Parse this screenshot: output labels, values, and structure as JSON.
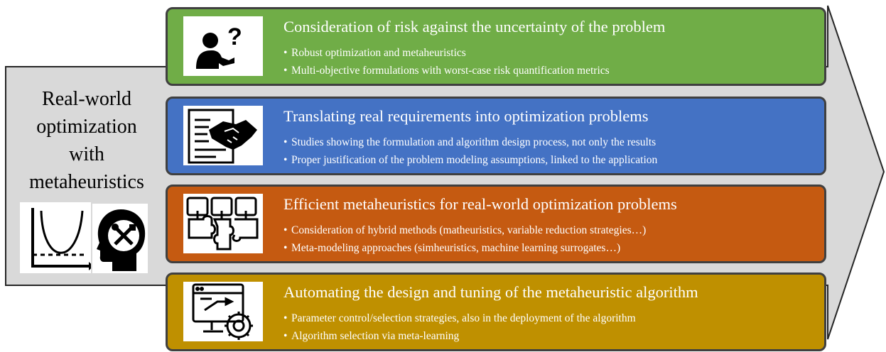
{
  "main_label": {
    "lines": [
      "Real-world",
      "optimization",
      "with",
      "metaheuristics"
    ]
  },
  "colors": {
    "arrow_fill": "#d9d9d9",
    "green": "#70ad47",
    "blue": "#4472c4",
    "orange": "#c55a11",
    "gold": "#bf9000",
    "border": "#404040"
  },
  "left_icons": [
    "u-curve-chart-icon",
    "head-tools-icon"
  ],
  "panels": [
    {
      "id": "risk",
      "icon": "person-question-icon",
      "title": "Consideration of risk against the uncertainty of the problem",
      "bullets": [
        "Robust optimization and metaheuristics",
        "Multi-objective formulations with worst-case risk quantification metrics"
      ]
    },
    {
      "id": "requirements",
      "icon": "document-handshake-icon",
      "title": "Translating real requirements into optimization problems",
      "bullets": [
        "Studies showing the formulation and algorithm design process, not only the results",
        "Proper justification of the problem modeling assumptions, linked to the application"
      ]
    },
    {
      "id": "efficient",
      "icon": "puzzle-pieces-icon",
      "title": "Efficient metaheuristics for real-world optimization problems",
      "bullets": [
        "Consideration of hybrid methods (matheuristics, variable reduction strategies…)",
        "Meta-modeling approaches (simheuristics, machine learning surrogates…)"
      ]
    },
    {
      "id": "automation",
      "icon": "computer-gear-icon",
      "title": "Automating the design and tuning of the metaheuristic algorithm",
      "bullets": [
        "Parameter control/selection strategies, also in the deployment of the algorithm",
        "Algorithm selection via meta-learning"
      ]
    }
  ]
}
